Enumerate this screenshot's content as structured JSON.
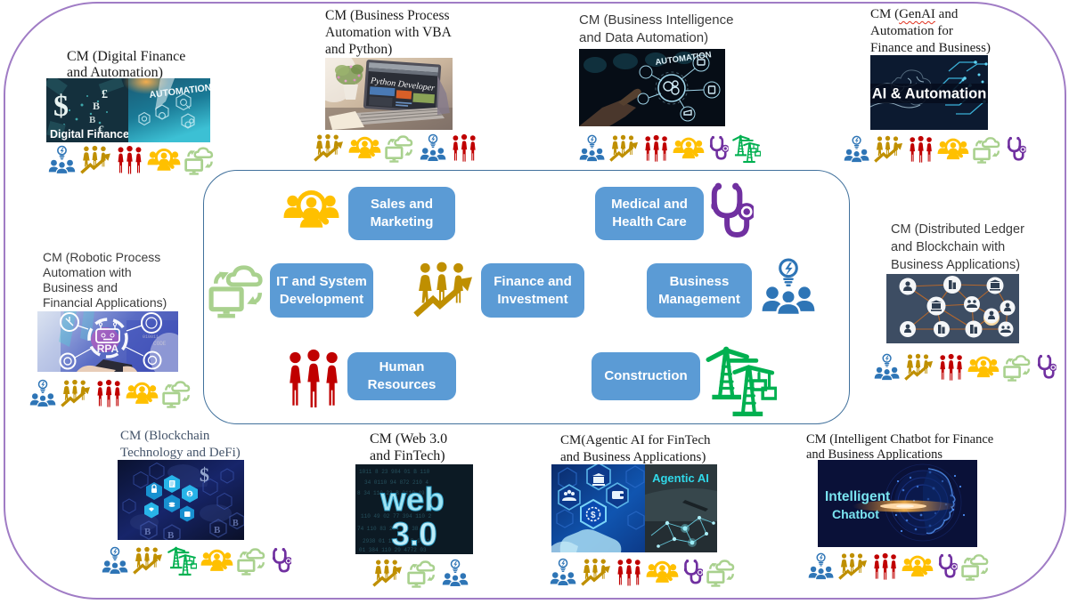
{
  "slide": {
    "background": "#ffffff",
    "outer_border_color": "#A07CC5",
    "panel_border_color": "#41719C",
    "button_color": "#5B9BD5",
    "button_text_color": "#ffffff"
  },
  "categories": {
    "sales": {
      "label": "Sales and\nMarketing",
      "color": "#FFC000",
      "icon": "people-magnifier-icon"
    },
    "medical": {
      "label": "Medical and\nHealth Care",
      "color": "#7030A0",
      "icon": "stethoscope-icon"
    },
    "it": {
      "label": "IT and System\nDevelopment",
      "color": "#A9D18E",
      "icon": "monitor-cloud-sync-icon"
    },
    "finance": {
      "label": "Finance and\nInvestment",
      "color": "#BF8F00",
      "icon": "people-growth-arrow-icon"
    },
    "business": {
      "label": "Business\nManagement",
      "color": "#2E75B6",
      "icon": "people-lightbulb-icon"
    },
    "hr": {
      "label": "Human\nResources",
      "color": "#C00000",
      "icon": "three-people-icon"
    },
    "construction": {
      "label": "Construction",
      "color": "#00B050",
      "icon": "tower-cranes-icon"
    }
  },
  "modules": [
    {
      "title": "CM (Digital Finance\nand Automation)",
      "font": "serif",
      "icons": [
        "business",
        "finance",
        "hr",
        "sales",
        "it"
      ],
      "photo": {
        "name": "digital-finance-automation",
        "labels": {
          "caption": "Digital Finance",
          "automation": "AUTOMATION",
          "dollar": "$",
          "pound": "£",
          "bitcoin": "B",
          "euro": "€"
        }
      }
    },
    {
      "title": "CM (Business Process\nAutomation with VBA\nand Python)",
      "font": "serif",
      "icons": [
        "finance",
        "sales",
        "it",
        "business",
        "hr"
      ],
      "photo": {
        "name": "python-developer-laptop",
        "labels": {
          "screen": "Python Developer"
        }
      }
    },
    {
      "title": "CM (Business Intelligence\nand Data Automation)",
      "font": "sans",
      "icons": [
        "business",
        "finance",
        "hr",
        "sales",
        "medical",
        "construction"
      ],
      "photo": {
        "name": "business-intelligence-automation",
        "labels": {
          "automation": "AUTOMATION"
        }
      }
    },
    {
      "title_parts": [
        "CM (",
        "GenAI",
        " and"
      ],
      "title_rest": "Automation for\nFinance and Business)",
      "title": "CM (GenAI and\nAutomation for\nFinance and Business)",
      "font": "serif",
      "icons": [
        "business",
        "finance",
        "hr",
        "sales",
        "it",
        "medical"
      ],
      "photo": {
        "name": "ai-and-automation",
        "labels": {
          "banner": "AI & Automation"
        }
      }
    },
    {
      "title": "CM (Robotic Process\nAutomation with\nBusiness and\nFinancial Applications)",
      "font": "sans",
      "icons": [
        "business",
        "finance",
        "hr",
        "sales",
        "it"
      ],
      "photo": {
        "name": "rpa-robot",
        "labels": {
          "rpa": "RPA",
          "code": "CODE",
          "bits": "010011"
        }
      }
    },
    {
      "title": "CM (Distributed Ledger\nand Blockchain with\nBusiness Applications)",
      "font": "sans",
      "icons": [
        "business",
        "finance",
        "hr",
        "sales",
        "it",
        "medical"
      ],
      "photo": {
        "name": "blockchain-ledger-network",
        "labels": {}
      }
    },
    {
      "title": "CM (Blockchain\nTechnology and DeFi)",
      "font": "serif",
      "title_color": "#44546A",
      "icons": [
        "business",
        "finance",
        "construction",
        "sales",
        "it",
        "medical"
      ],
      "photo": {
        "name": "blockchain-defi",
        "labels": {
          "dollar": "$",
          "bitcoin": "B"
        }
      }
    },
    {
      "title": "CM (Web 3.0\nand FinTech)",
      "font": "serif",
      "icons": [
        "finance",
        "it",
        "business"
      ],
      "photo": {
        "name": "web-3-0",
        "labels": {
          "web": "web",
          "version": "3.0"
        },
        "texture_rows": [
          "1011 8 23 984 01 B 110",
          "34 0110 94 872 210 4",
          "8 34 110 23 B 0110 49",
          "110 49 02 77 394 110 2",
          "74 110 83 294 01 38 4",
          "2938 01 110 38 B 9 110",
          "01 384 110 29 4772 03"
        ]
      }
    },
    {
      "title": "CM(Agentic AI for FinTech\nand Business Applications)",
      "font": "serif",
      "icons": [
        "business",
        "finance",
        "hr",
        "sales",
        "medical",
        "it"
      ],
      "photo": {
        "name": "agentic-ai",
        "labels": {
          "banner": "Agentic AI",
          "dollar": "$"
        }
      }
    },
    {
      "title": "CM (Intelligent Chatbot for Finance\nand Business Applications",
      "font": "serif",
      "icons": [
        "business",
        "finance",
        "hr",
        "sales",
        "medical",
        "it"
      ],
      "photo": {
        "name": "intelligent-chatbot",
        "labels": {
          "line1": "Intelligent",
          "line2": "Chatbot"
        }
      }
    }
  ]
}
